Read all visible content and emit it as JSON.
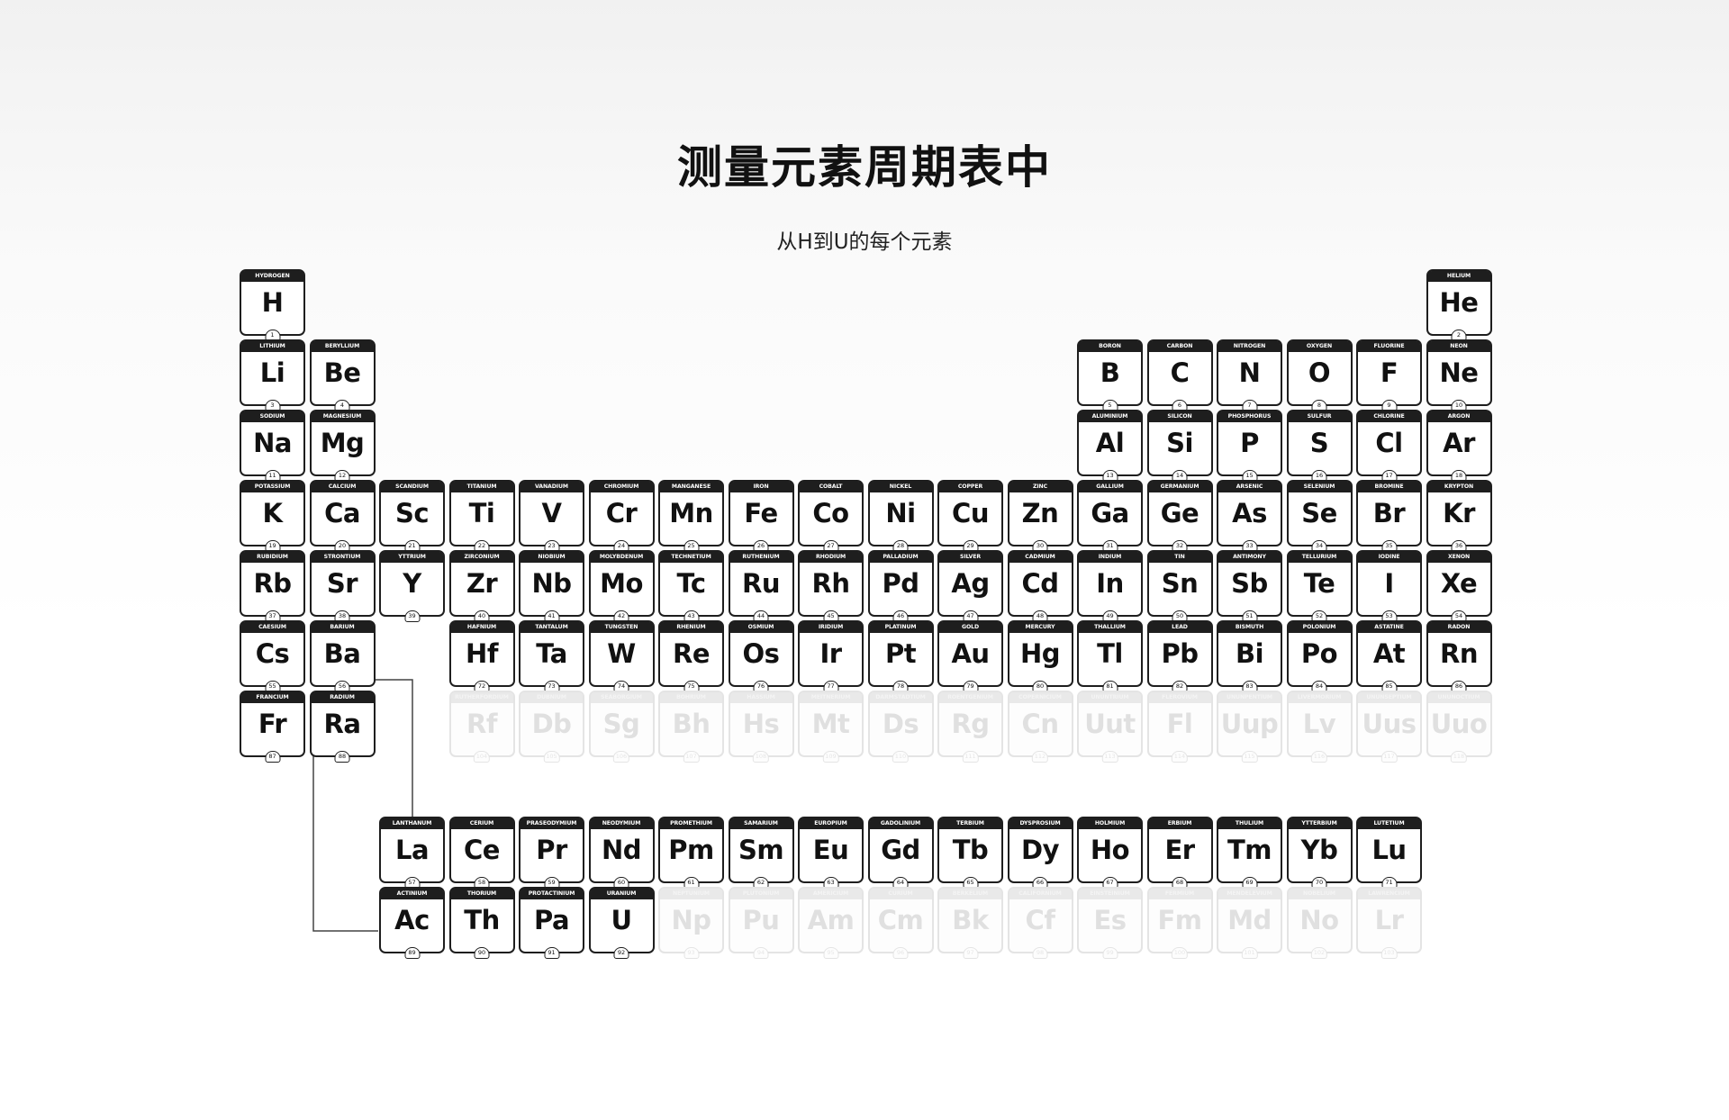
{
  "header": {
    "title": "测量元素周期表中",
    "subtitle": "从H到U的每个元素"
  },
  "elements": [
    {
      "sym": "H",
      "name": "HYDROGEN",
      "num": "1",
      "row": 1,
      "col": 1
    },
    {
      "sym": "He",
      "name": "HELIUM",
      "num": "2",
      "row": 1,
      "col": 18
    },
    {
      "sym": "Li",
      "name": "LITHIUM",
      "num": "3",
      "row": 2,
      "col": 1
    },
    {
      "sym": "Be",
      "name": "BERYLLIUM",
      "num": "4",
      "row": 2,
      "col": 2
    },
    {
      "sym": "B",
      "name": "BORON",
      "num": "5",
      "row": 2,
      "col": 13
    },
    {
      "sym": "C",
      "name": "CARBON",
      "num": "6",
      "row": 2,
      "col": 14
    },
    {
      "sym": "N",
      "name": "NITROGEN",
      "num": "7",
      "row": 2,
      "col": 15
    },
    {
      "sym": "O",
      "name": "OXYGEN",
      "num": "8",
      "row": 2,
      "col": 16
    },
    {
      "sym": "F",
      "name": "FLUORINE",
      "num": "9",
      "row": 2,
      "col": 17
    },
    {
      "sym": "Ne",
      "name": "NEON",
      "num": "10",
      "row": 2,
      "col": 18
    },
    {
      "sym": "Na",
      "name": "SODIUM",
      "num": "11",
      "row": 3,
      "col": 1
    },
    {
      "sym": "Mg",
      "name": "MAGNESIUM",
      "num": "12",
      "row": 3,
      "col": 2
    },
    {
      "sym": "Al",
      "name": "ALUMINIUM",
      "num": "13",
      "row": 3,
      "col": 13
    },
    {
      "sym": "Si",
      "name": "SILICON",
      "num": "14",
      "row": 3,
      "col": 14
    },
    {
      "sym": "P",
      "name": "PHOSPHORUS",
      "num": "15",
      "row": 3,
      "col": 15
    },
    {
      "sym": "S",
      "name": "SULFUR",
      "num": "16",
      "row": 3,
      "col": 16
    },
    {
      "sym": "Cl",
      "name": "CHLORINE",
      "num": "17",
      "row": 3,
      "col": 17
    },
    {
      "sym": "Ar",
      "name": "ARGON",
      "num": "18",
      "row": 3,
      "col": 18
    },
    {
      "sym": "K",
      "name": "POTASSIUM",
      "num": "19",
      "row": 4,
      "col": 1
    },
    {
      "sym": "Ca",
      "name": "CALCIUM",
      "num": "20",
      "row": 4,
      "col": 2
    },
    {
      "sym": "Sc",
      "name": "SCANDIUM",
      "num": "21",
      "row": 4,
      "col": 3
    },
    {
      "sym": "Ti",
      "name": "TITANIUM",
      "num": "22",
      "row": 4,
      "col": 4
    },
    {
      "sym": "V",
      "name": "VANADIUM",
      "num": "23",
      "row": 4,
      "col": 5
    },
    {
      "sym": "Cr",
      "name": "CHROMIUM",
      "num": "24",
      "row": 4,
      "col": 6
    },
    {
      "sym": "Mn",
      "name": "MANGANESE",
      "num": "25",
      "row": 4,
      "col": 7
    },
    {
      "sym": "Fe",
      "name": "IRON",
      "num": "26",
      "row": 4,
      "col": 8
    },
    {
      "sym": "Co",
      "name": "COBALT",
      "num": "27",
      "row": 4,
      "col": 9
    },
    {
      "sym": "Ni",
      "name": "NICKEL",
      "num": "28",
      "row": 4,
      "col": 10
    },
    {
      "sym": "Cu",
      "name": "COPPER",
      "num": "29",
      "row": 4,
      "col": 11
    },
    {
      "sym": "Zn",
      "name": "ZINC",
      "num": "30",
      "row": 4,
      "col": 12
    },
    {
      "sym": "Ga",
      "name": "GALLIUM",
      "num": "31",
      "row": 4,
      "col": 13
    },
    {
      "sym": "Ge",
      "name": "GERMANIUM",
      "num": "32",
      "row": 4,
      "col": 14
    },
    {
      "sym": "As",
      "name": "ARSENIC",
      "num": "33",
      "row": 4,
      "col": 15
    },
    {
      "sym": "Se",
      "name": "SELENIUM",
      "num": "34",
      "row": 4,
      "col": 16
    },
    {
      "sym": "Br",
      "name": "BROMINE",
      "num": "35",
      "row": 4,
      "col": 17
    },
    {
      "sym": "Kr",
      "name": "KRYPTON",
      "num": "36",
      "row": 4,
      "col": 18
    },
    {
      "sym": "Rb",
      "name": "RUBIDIUM",
      "num": "37",
      "row": 5,
      "col": 1
    },
    {
      "sym": "Sr",
      "name": "STRONTIUM",
      "num": "38",
      "row": 5,
      "col": 2
    },
    {
      "sym": "Y",
      "name": "YTTRIUM",
      "num": "39",
      "row": 5,
      "col": 3
    },
    {
      "sym": "Zr",
      "name": "ZIRCONIUM",
      "num": "40",
      "row": 5,
      "col": 4
    },
    {
      "sym": "Nb",
      "name": "NIOBIUM",
      "num": "41",
      "row": 5,
      "col": 5
    },
    {
      "sym": "Mo",
      "name": "MOLYBDENUM",
      "num": "42",
      "row": 5,
      "col": 6
    },
    {
      "sym": "Tc",
      "name": "TECHNETIUM",
      "num": "43",
      "row": 5,
      "col": 7
    },
    {
      "sym": "Ru",
      "name": "RUTHENIUM",
      "num": "44",
      "row": 5,
      "col": 8
    },
    {
      "sym": "Rh",
      "name": "RHODIUM",
      "num": "45",
      "row": 5,
      "col": 9
    },
    {
      "sym": "Pd",
      "name": "PALLADIUM",
      "num": "46",
      "row": 5,
      "col": 10
    },
    {
      "sym": "Ag",
      "name": "SILVER",
      "num": "47",
      "row": 5,
      "col": 11
    },
    {
      "sym": "Cd",
      "name": "CADMIUM",
      "num": "48",
      "row": 5,
      "col": 12
    },
    {
      "sym": "In",
      "name": "INDIUM",
      "num": "49",
      "row": 5,
      "col": 13
    },
    {
      "sym": "Sn",
      "name": "TIN",
      "num": "50",
      "row": 5,
      "col": 14
    },
    {
      "sym": "Sb",
      "name": "ANTIMONY",
      "num": "51",
      "row": 5,
      "col": 15
    },
    {
      "sym": "Te",
      "name": "TELLURIUM",
      "num": "52",
      "row": 5,
      "col": 16
    },
    {
      "sym": "I",
      "name": "IODINE",
      "num": "53",
      "row": 5,
      "col": 17
    },
    {
      "sym": "Xe",
      "name": "XENON",
      "num": "54",
      "row": 5,
      "col": 18
    },
    {
      "sym": "Cs",
      "name": "CAESIUM",
      "num": "55",
      "row": 6,
      "col": 1
    },
    {
      "sym": "Ba",
      "name": "BARIUM",
      "num": "56",
      "row": 6,
      "col": 2
    },
    {
      "sym": "Hf",
      "name": "HAFNIUM",
      "num": "72",
      "row": 6,
      "col": 4
    },
    {
      "sym": "Ta",
      "name": "TANTALUM",
      "num": "73",
      "row": 6,
      "col": 5
    },
    {
      "sym": "W",
      "name": "TUNGSTEN",
      "num": "74",
      "row": 6,
      "col": 6
    },
    {
      "sym": "Re",
      "name": "RHENIUM",
      "num": "75",
      "row": 6,
      "col": 7
    },
    {
      "sym": "Os",
      "name": "OSMIUM",
      "num": "76",
      "row": 6,
      "col": 8
    },
    {
      "sym": "Ir",
      "name": "IRIDIUM",
      "num": "77",
      "row": 6,
      "col": 9
    },
    {
      "sym": "Pt",
      "name": "PLATINUM",
      "num": "78",
      "row": 6,
      "col": 10
    },
    {
      "sym": "Au",
      "name": "GOLD",
      "num": "79",
      "row": 6,
      "col": 11
    },
    {
      "sym": "Hg",
      "name": "MERCURY",
      "num": "80",
      "row": 6,
      "col": 12
    },
    {
      "sym": "Tl",
      "name": "THALLIUM",
      "num": "81",
      "row": 6,
      "col": 13
    },
    {
      "sym": "Pb",
      "name": "LEAD",
      "num": "82",
      "row": 6,
      "col": 14
    },
    {
      "sym": "Bi",
      "name": "BISMUTH",
      "num": "83",
      "row": 6,
      "col": 15
    },
    {
      "sym": "Po",
      "name": "POLONIUM",
      "num": "84",
      "row": 6,
      "col": 16
    },
    {
      "sym": "At",
      "name": "ASTATINE",
      "num": "85",
      "row": 6,
      "col": 17
    },
    {
      "sym": "Rn",
      "name": "RADON",
      "num": "86",
      "row": 6,
      "col": 18
    },
    {
      "sym": "Fr",
      "name": "FRANCIUM",
      "num": "87",
      "row": 7,
      "col": 1
    },
    {
      "sym": "Ra",
      "name": "RADIUM",
      "num": "88",
      "row": 7,
      "col": 2
    },
    {
      "sym": "Rf",
      "name": "RUTHERFORDIUM",
      "num": "104",
      "row": 7,
      "col": 4,
      "ghost": true
    },
    {
      "sym": "Db",
      "name": "DUBNIUM",
      "num": "105",
      "row": 7,
      "col": 5,
      "ghost": true
    },
    {
      "sym": "Sg",
      "name": "SEABORGIUM",
      "num": "106",
      "row": 7,
      "col": 6,
      "ghost": true
    },
    {
      "sym": "Bh",
      "name": "BOHRIUM",
      "num": "107",
      "row": 7,
      "col": 7,
      "ghost": true
    },
    {
      "sym": "Hs",
      "name": "HASSIUM",
      "num": "108",
      "row": 7,
      "col": 8,
      "ghost": true
    },
    {
      "sym": "Mt",
      "name": "MEITNERIUM",
      "num": "109",
      "row": 7,
      "col": 9,
      "ghost": true
    },
    {
      "sym": "Ds",
      "name": "DARMSTADTIUM",
      "num": "110",
      "row": 7,
      "col": 10,
      "ghost": true
    },
    {
      "sym": "Rg",
      "name": "ROENTGENIUM",
      "num": "111",
      "row": 7,
      "col": 11,
      "ghost": true
    },
    {
      "sym": "Cn",
      "name": "COPERNICIUM",
      "num": "112",
      "row": 7,
      "col": 12,
      "ghost": true
    },
    {
      "sym": "Uut",
      "name": "UNUNTRIUM",
      "num": "113",
      "row": 7,
      "col": 13,
      "ghost": true
    },
    {
      "sym": "Fl",
      "name": "FLEROVIUM",
      "num": "114",
      "row": 7,
      "col": 14,
      "ghost": true
    },
    {
      "sym": "Uup",
      "name": "UNUNPENTIUM",
      "num": "115",
      "row": 7,
      "col": 15,
      "ghost": true
    },
    {
      "sym": "Lv",
      "name": "LIVERMORIUM",
      "num": "116",
      "row": 7,
      "col": 16,
      "ghost": true
    },
    {
      "sym": "Uus",
      "name": "UNUNSEPTIUM",
      "num": "117",
      "row": 7,
      "col": 17,
      "ghost": true
    },
    {
      "sym": "Uuo",
      "name": "UNUNOCTIUM",
      "num": "118",
      "row": 7,
      "col": 18,
      "ghost": true
    },
    {
      "sym": "La",
      "name": "LANTHANUM",
      "num": "57",
      "row": 9,
      "col": 3
    },
    {
      "sym": "Ce",
      "name": "CERIUM",
      "num": "58",
      "row": 9,
      "col": 4
    },
    {
      "sym": "Pr",
      "name": "PRASEODYMIUM",
      "num": "59",
      "row": 9,
      "col": 5
    },
    {
      "sym": "Nd",
      "name": "NEODYMIUM",
      "num": "60",
      "row": 9,
      "col": 6
    },
    {
      "sym": "Pm",
      "name": "PROMETHIUM",
      "num": "61",
      "row": 9,
      "col": 7
    },
    {
      "sym": "Sm",
      "name": "SAMARIUM",
      "num": "62",
      "row": 9,
      "col": 8
    },
    {
      "sym": "Eu",
      "name": "EUROPIUM",
      "num": "63",
      "row": 9,
      "col": 9
    },
    {
      "sym": "Gd",
      "name": "GADOLINIUM",
      "num": "64",
      "row": 9,
      "col": 10
    },
    {
      "sym": "Tb",
      "name": "TERBIUM",
      "num": "65",
      "row": 9,
      "col": 11
    },
    {
      "sym": "Dy",
      "name": "DYSPROSIUM",
      "num": "66",
      "row": 9,
      "col": 12
    },
    {
      "sym": "Ho",
      "name": "HOLMIUM",
      "num": "67",
      "row": 9,
      "col": 13
    },
    {
      "sym": "Er",
      "name": "ERBIUM",
      "num": "68",
      "row": 9,
      "col": 14
    },
    {
      "sym": "Tm",
      "name": "THULIUM",
      "num": "69",
      "row": 9,
      "col": 15
    },
    {
      "sym": "Yb",
      "name": "YTTERBIUM",
      "num": "70",
      "row": 9,
      "col": 16
    },
    {
      "sym": "Lu",
      "name": "LUTETIUM",
      "num": "71",
      "row": 9,
      "col": 17
    },
    {
      "sym": "Ac",
      "name": "ACTINIUM",
      "num": "89",
      "row": 10,
      "col": 3
    },
    {
      "sym": "Th",
      "name": "THORIUM",
      "num": "90",
      "row": 10,
      "col": 4
    },
    {
      "sym": "Pa",
      "name": "PROTACTINIUM",
      "num": "91",
      "row": 10,
      "col": 5
    },
    {
      "sym": "U",
      "name": "URANIUM",
      "num": "92",
      "row": 10,
      "col": 6
    },
    {
      "sym": "Np",
      "name": "NEPTUNIUM",
      "num": "93",
      "row": 10,
      "col": 7,
      "ghost": true
    },
    {
      "sym": "Pu",
      "name": "PLUTONIUM",
      "num": "94",
      "row": 10,
      "col": 8,
      "ghost": true
    },
    {
      "sym": "Am",
      "name": "AMERICIUM",
      "num": "95",
      "row": 10,
      "col": 9,
      "ghost": true
    },
    {
      "sym": "Cm",
      "name": "CURIUM",
      "num": "96",
      "row": 10,
      "col": 10,
      "ghost": true
    },
    {
      "sym": "Bk",
      "name": "BERKELIUM",
      "num": "97",
      "row": 10,
      "col": 11,
      "ghost": true
    },
    {
      "sym": "Cf",
      "name": "CALIFORNIUM",
      "num": "98",
      "row": 10,
      "col": 12,
      "ghost": true
    },
    {
      "sym": "Es",
      "name": "EINSTEINIUM",
      "num": "99",
      "row": 10,
      "col": 13,
      "ghost": true
    },
    {
      "sym": "Fm",
      "name": "FERMIUM",
      "num": "100",
      "row": 10,
      "col": 14,
      "ghost": true
    },
    {
      "sym": "Md",
      "name": "MENDELEVIUM",
      "num": "101",
      "row": 10,
      "col": 15,
      "ghost": true
    },
    {
      "sym": "No",
      "name": "NOBELIUM",
      "num": "102",
      "row": 10,
      "col": 16,
      "ghost": true
    },
    {
      "sym": "Lr",
      "name": "LAWRENCIUM",
      "num": "103",
      "row": 10,
      "col": 17,
      "ghost": true
    }
  ]
}
